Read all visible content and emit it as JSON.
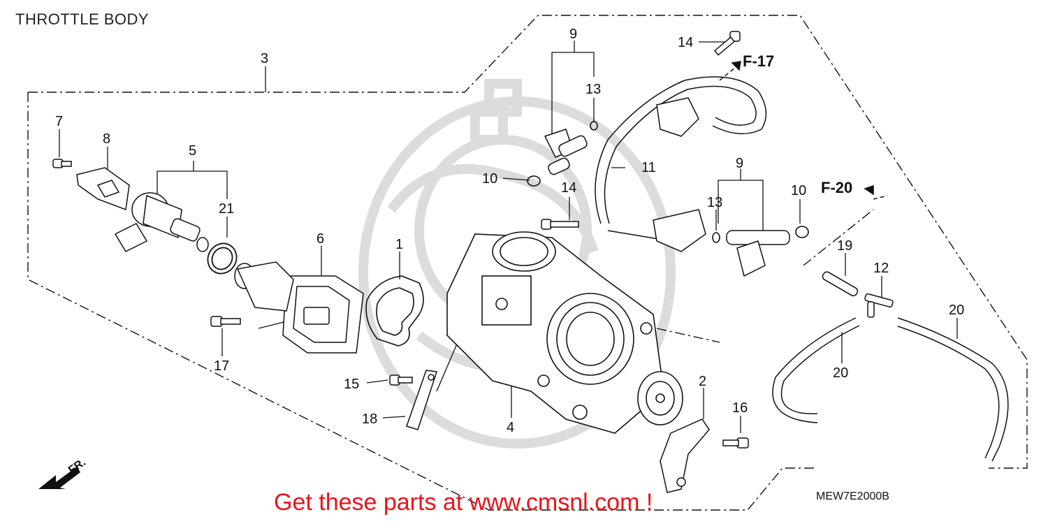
{
  "title": "THROTTLE BODY",
  "promo": "Get these parts at www.cmsnl.com !",
  "diagram_code": "MEW7E2000B",
  "direction_label": "FR.",
  "refs": {
    "f17": "F-17",
    "f20": "F-20"
  },
  "callouts": {
    "c1": "1",
    "c2": "2",
    "c3": "3",
    "c4": "4",
    "c5": "5",
    "c6": "6",
    "c7": "7",
    "c8": "8",
    "c9a": "9",
    "c9b": "9",
    "c10a": "10",
    "c10b": "10",
    "c11": "11",
    "c12": "12",
    "c13a": "13",
    "c13b": "13",
    "c14a": "14",
    "c14b": "14",
    "c15": "15",
    "c16": "16",
    "c17": "17",
    "c18": "18",
    "c19": "19",
    "c20a": "20",
    "c20b": "20",
    "c21": "21"
  },
  "colors": {
    "line": "#111111",
    "watermark": "#d8d8d8",
    "promo": "#e8141a"
  }
}
